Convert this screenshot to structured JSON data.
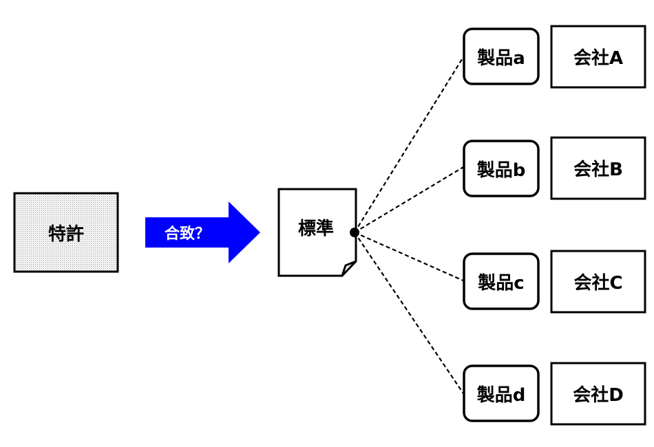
{
  "patent": {
    "label": "特許"
  },
  "arrow": {
    "label": "合致？",
    "color": "#0000ff"
  },
  "standard": {
    "label": "標準"
  },
  "products": [
    {
      "label": "製品a"
    },
    {
      "label": "製品b"
    },
    {
      "label": "製品c"
    },
    {
      "label": "製品d"
    }
  ],
  "companies": [
    {
      "label": "会社A"
    },
    {
      "label": "会社B"
    },
    {
      "label": "会社C"
    },
    {
      "label": "会社D"
    }
  ]
}
